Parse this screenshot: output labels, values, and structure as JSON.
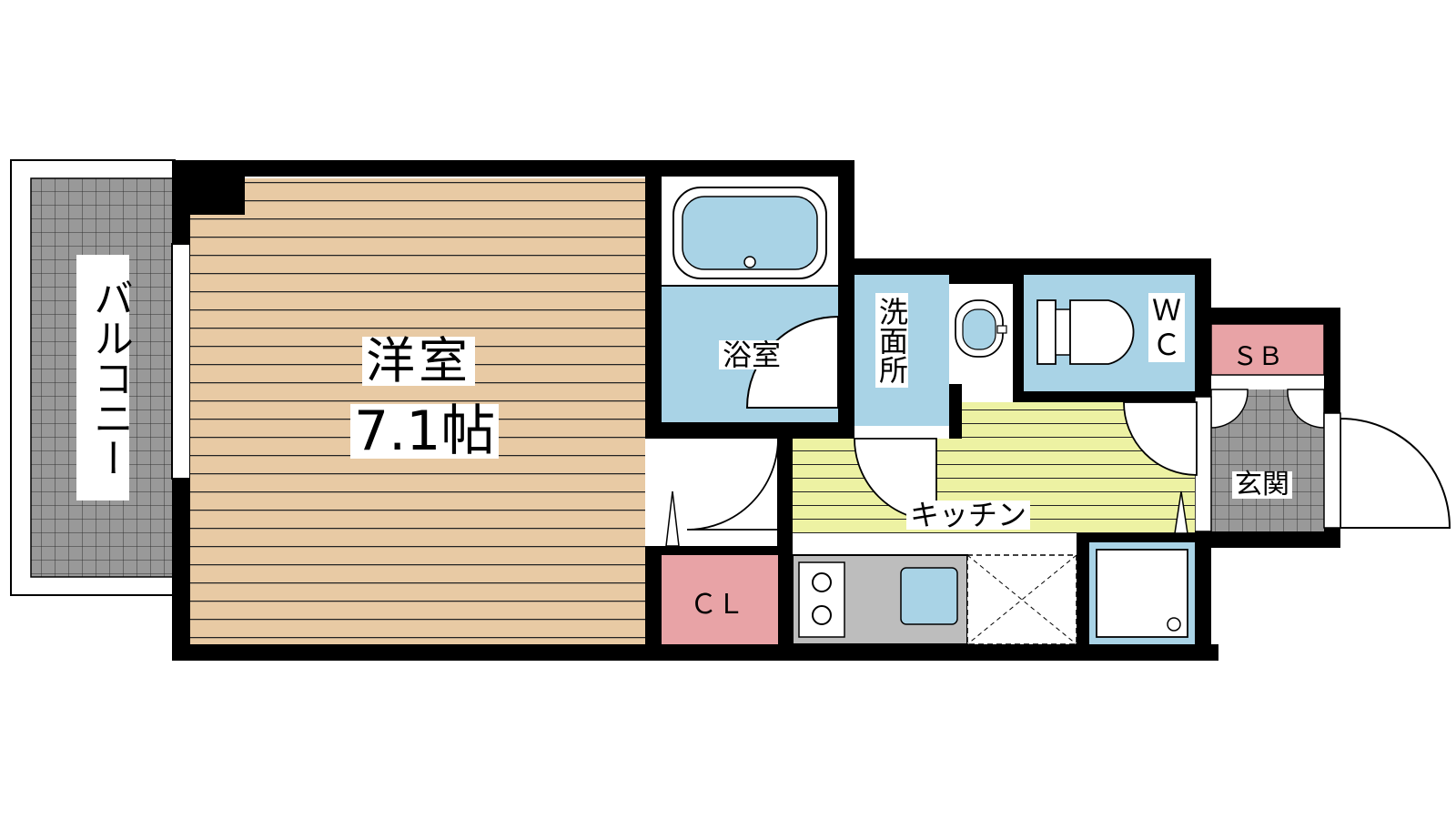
{
  "floorplan": {
    "rooms": {
      "western_room": {
        "name": "洋室",
        "size": "7.1帖"
      },
      "balcony": "バルコニー",
      "bathroom": "浴室",
      "washroom": "洗面所",
      "toilet": "ＷＣ",
      "shoe_box": "ＳＢ",
      "entrance": "玄関",
      "kitchen": "キッチン",
      "closet": "ＣＬ"
    },
    "colors": {
      "wall": "#000000",
      "flooring": "#e8caa4",
      "wet_area": "#a9d3e6",
      "kitchen_floor": "#edf2a3",
      "storage": "#e8a3a6",
      "tile": "#999999",
      "appliance": "#bdbdbd"
    }
  }
}
